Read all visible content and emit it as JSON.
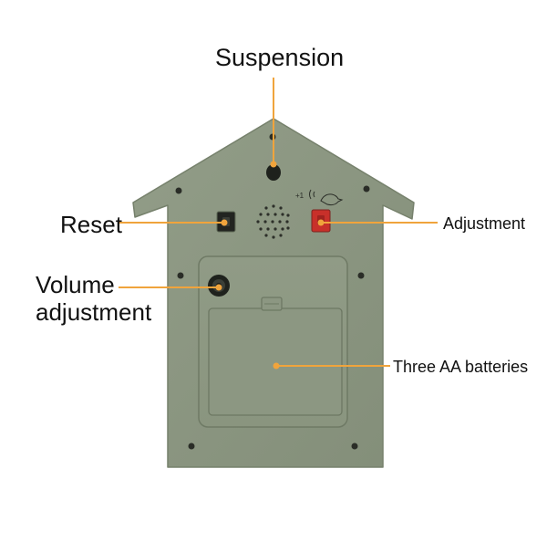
{
  "diagram": {
    "labels": {
      "suspension": "Suspension",
      "reset": "Reset",
      "adjustment": "Adjustment",
      "volume_line1": "Volume",
      "volume_line2": "adjustment",
      "batteries": "Three AA batteries"
    },
    "device_marking": "+1",
    "colors": {
      "body": "#8a9580",
      "body_edge": "#7c8772",
      "compartment": "#8e9984",
      "leader_line": "#f0a43c",
      "adjustment_button": "#c8302a",
      "reset_button": "#2a2a2a"
    }
  }
}
